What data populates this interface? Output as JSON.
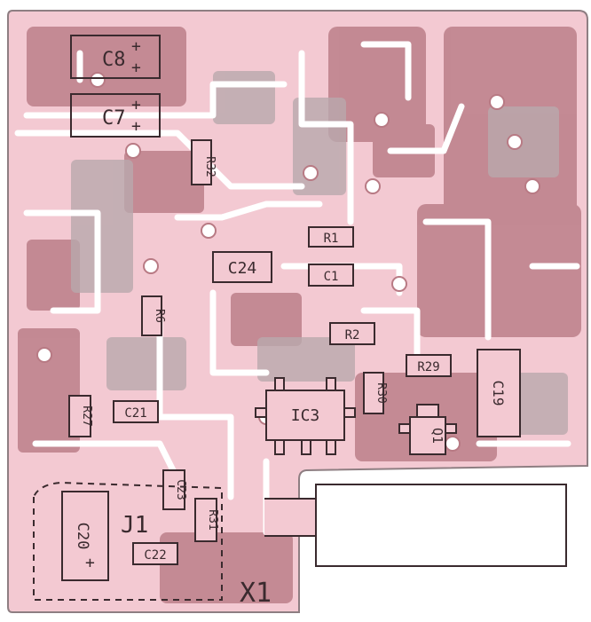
{
  "colors": {
    "board": "#f3c9d2",
    "copper": "#b87a84",
    "gray": "#b9a9ad",
    "trace": "#ffffff",
    "outline": "#3a2a2e"
  },
  "components": {
    "c8": "C8",
    "c7": "C7",
    "r32": "R32",
    "r1": "R1",
    "c24": "C24",
    "c1": "C1",
    "r6": "R6",
    "r2": "R2",
    "r29": "R29",
    "c19": "C19",
    "r30": "R30",
    "r27": "R27",
    "c21": "C21",
    "ic3": "IC3",
    "q1": "Q1",
    "c23": "C23",
    "c20": "C20",
    "j1": "J1",
    "r31": "R31",
    "c22": "C22",
    "x1": "X1"
  },
  "polarity": {
    "plus": "+"
  }
}
